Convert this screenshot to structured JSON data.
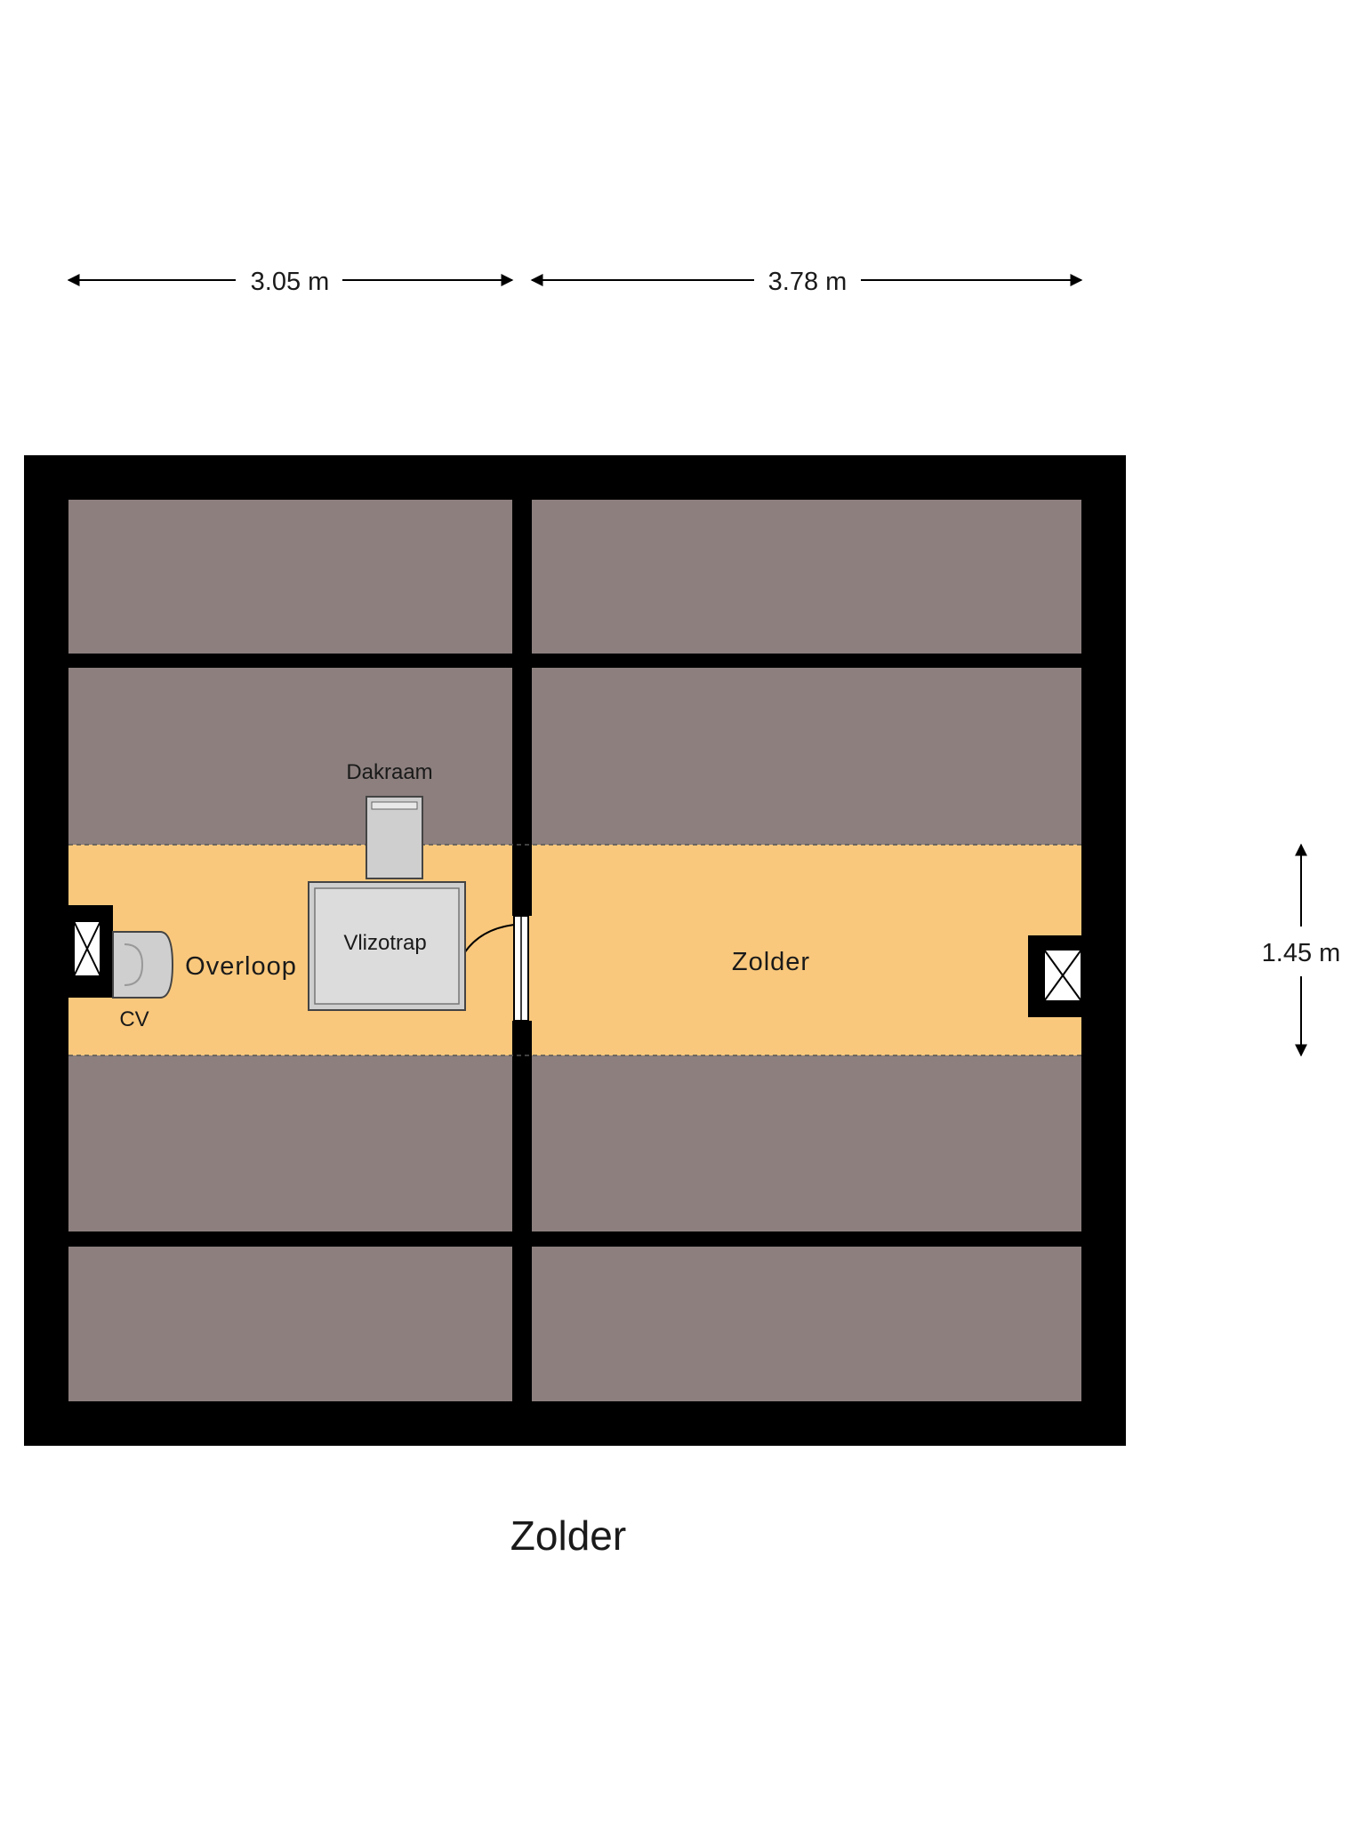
{
  "floor": {
    "title": "Zolder"
  },
  "dimensions": {
    "width_left": "3.05 m",
    "width_right": "3.78 m",
    "height_band": "1.45 m"
  },
  "rooms": {
    "overloop": "Overloop",
    "zolder": "Zolder"
  },
  "fixtures": {
    "dakraam": "Dakraam",
    "vlizotrap": "Vlizotrap",
    "cv": "CV"
  },
  "colors": {
    "wall": "#000000",
    "roof_slope": "#8c7f7e",
    "floor_usable": "#f9c87c",
    "fixture_fill": "#cfcfcf",
    "fixture_stroke": "#444444"
  }
}
